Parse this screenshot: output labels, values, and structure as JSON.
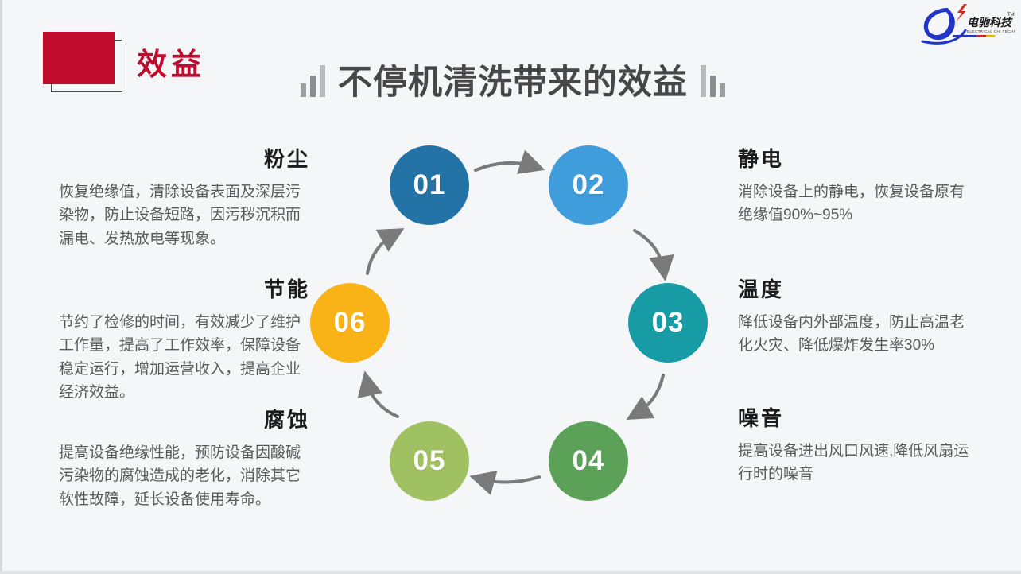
{
  "header": {
    "section_label": "效益",
    "title": "不停机清洗带来的效益"
  },
  "logo": {
    "name": "电驰科技",
    "subtitle": "ELECTRICAL CHI TECHNOLOGY",
    "trademark": "TM"
  },
  "left_column": {
    "panels": [
      {
        "heading": "粉尘",
        "body": "恢复绝缘值，清除设备表面及深层污染物，防止设备短路，因污秽沉积而漏电、发热放电等现象。"
      },
      {
        "heading": "节能",
        "body": "节约了检修的时间，有效减少了维护工作量，提高了工作效率，保障设备稳定运行，增加运营收入，提高企业经济效益。"
      },
      {
        "heading": "腐蚀",
        "body": "提高设备绝缘性能，预防设备因酸碱污染物的腐蚀造成的老化，消除其它软性故障，延长设备使用寿命。"
      }
    ]
  },
  "right_column": {
    "panels": [
      {
        "heading": "静电",
        "body": "消除设备上的静电，恢复设备原有绝缘值90%~95%"
      },
      {
        "heading": "温度",
        "body": "降低设备内外部温度，防止高温老化火灾、降低爆炸发生率30%"
      },
      {
        "heading": "噪音",
        "body": "提高设备进出风口风速,降低风扇运行时的噪音"
      }
    ]
  },
  "cycle": {
    "direction": "clockwise",
    "steps": [
      {
        "num": "01",
        "color": "#2473a6"
      },
      {
        "num": "02",
        "color": "#3f9ddb"
      },
      {
        "num": "03",
        "color": "#179ca6"
      },
      {
        "num": "04",
        "color": "#5ca158"
      },
      {
        "num": "05",
        "color": "#a0c162"
      },
      {
        "num": "06",
        "color": "#fab317"
      }
    ],
    "arrow_color": "#7a7a7a"
  },
  "colors": {
    "accent_red": "#c00b2d",
    "title_gray": "#474747",
    "heading_black": "#1c1c1c",
    "body_gray": "#5a5a5a",
    "background": "#f5f6f8"
  }
}
